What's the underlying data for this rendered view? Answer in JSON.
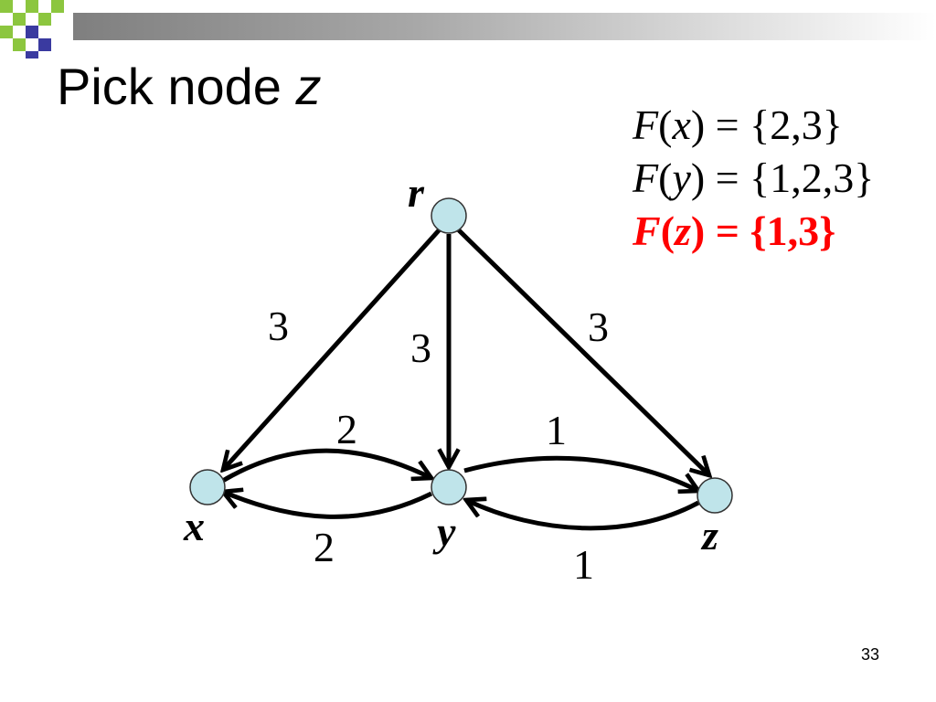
{
  "slide": {
    "title_prefix": "Pick node",
    "title_var": "z",
    "page_number": "33"
  },
  "formulas": [
    {
      "fn": "F",
      "open": "(",
      "arg": "x",
      "rest": ") = {2,3}",
      "highlight": false
    },
    {
      "fn": "F",
      "open": "(",
      "arg": "y",
      "rest": ") = {1,2,3}",
      "highlight": false
    },
    {
      "fn": "F",
      "open": "(",
      "arg": "z",
      "rest": ") = {1,3}",
      "highlight": true
    }
  ],
  "graph": {
    "nodes": {
      "r": {
        "label": "r"
      },
      "x": {
        "label": "x"
      },
      "y": {
        "label": "y"
      },
      "z": {
        "label": "z"
      }
    },
    "edges": {
      "r_x": {
        "weight": "3"
      },
      "r_y": {
        "weight": "3"
      },
      "r_z": {
        "weight": "3"
      },
      "x_y": {
        "weight": "2"
      },
      "y_x": {
        "weight": "2"
      },
      "y_z": {
        "weight": "1"
      },
      "z_y": {
        "weight": "1"
      }
    },
    "node_color": "#bfe4ea"
  }
}
